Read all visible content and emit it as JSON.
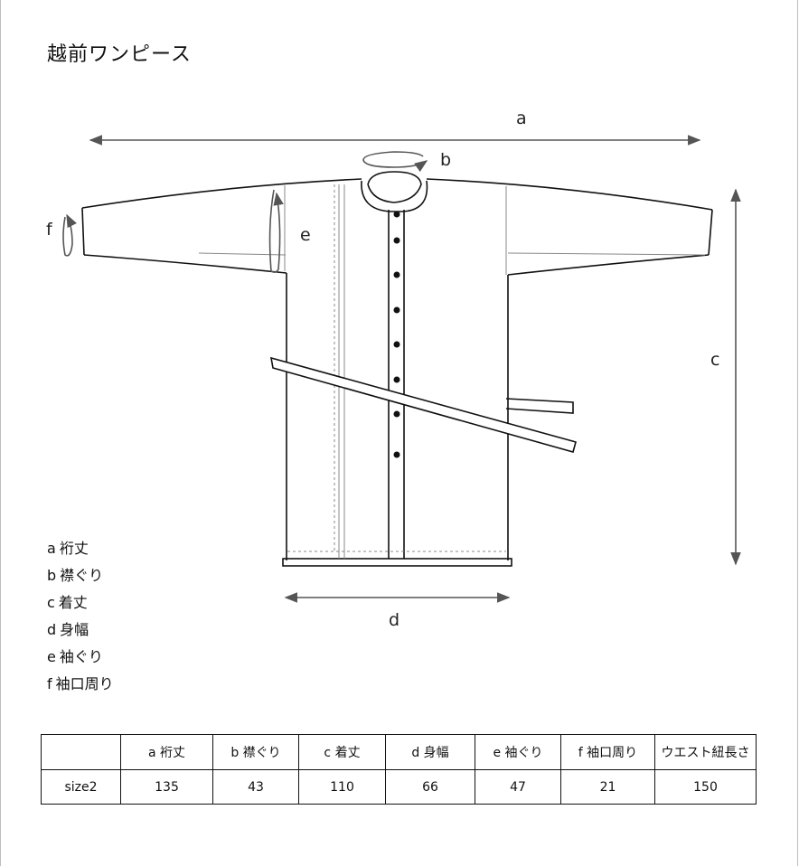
{
  "title": "越前ワンピース",
  "dimension_labels": {
    "a": "a",
    "b": "b",
    "c": "c",
    "d": "d",
    "e": "e",
    "f": "f"
  },
  "legend": [
    {
      "key": "a",
      "label": "裄丈"
    },
    {
      "key": "b",
      "label": "襟ぐり"
    },
    {
      "key": "c",
      "label": "着丈"
    },
    {
      "key": "d",
      "label": "身幅"
    },
    {
      "key": "e",
      "label": "袖ぐり"
    },
    {
      "key": "f",
      "label": "袖口周り"
    }
  ],
  "table": {
    "headers": [
      "",
      "a 裄丈",
      "b 襟ぐり",
      "c 着丈",
      "d 身幅",
      "e 袖ぐり",
      "f 袖口周り",
      "ウエスト紐長さ"
    ],
    "rows": [
      [
        "size2",
        "135",
        "43",
        "110",
        "66",
        "47",
        "21",
        "150"
      ]
    ]
  },
  "colors": {
    "line": "#111111",
    "arrow": "#555555",
    "dashed": "#888888"
  }
}
